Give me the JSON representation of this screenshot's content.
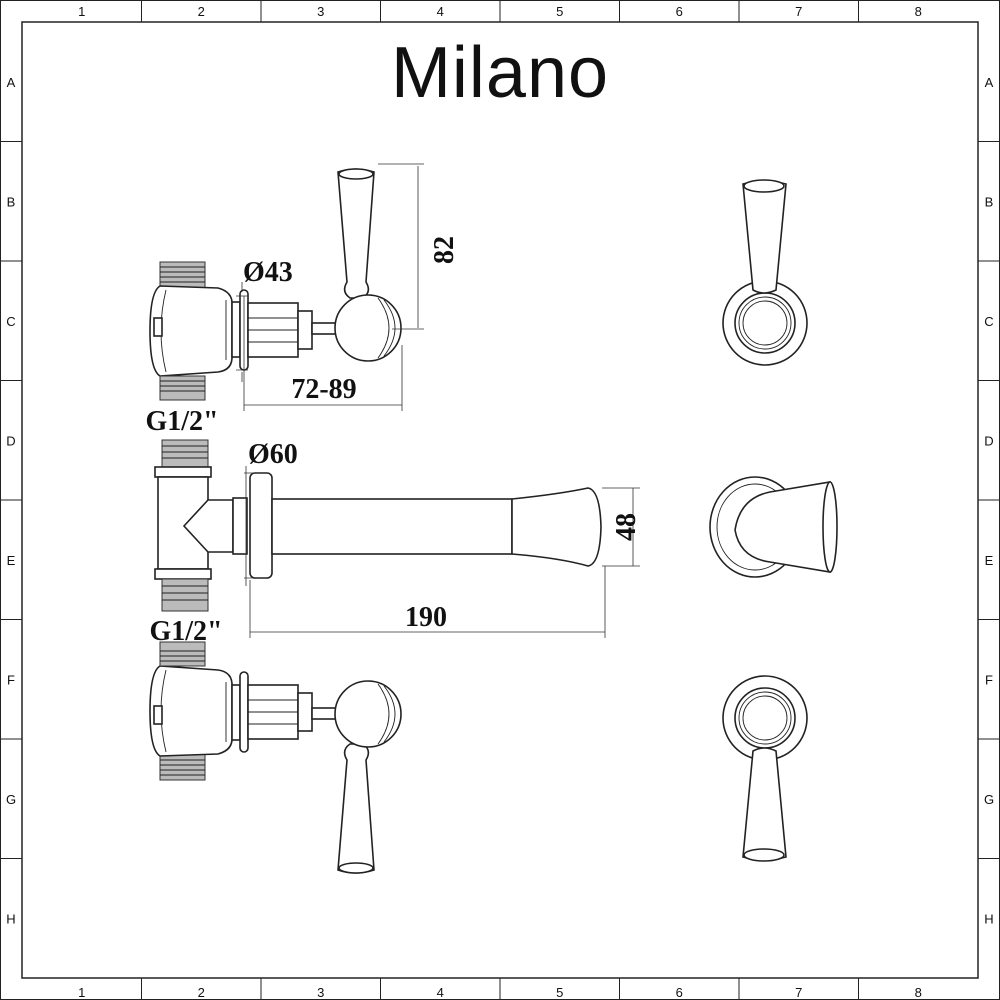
{
  "title": "Milano",
  "grid": {
    "columns": [
      "1",
      "2",
      "3",
      "4",
      "5",
      "6",
      "7",
      "8"
    ],
    "rows": [
      "A",
      "B",
      "C",
      "D",
      "E",
      "F",
      "G",
      "H"
    ]
  },
  "dimensions": {
    "valve_flange_diameter": "Ø43",
    "handle_height": "82",
    "valve_projection": "72-89",
    "inlet_top": "G1/2\"",
    "spout_flange_diameter": "Ø60",
    "spout_outlet_height": "48",
    "spout_projection": "190",
    "inlet_bottom": "G1/2\""
  }
}
